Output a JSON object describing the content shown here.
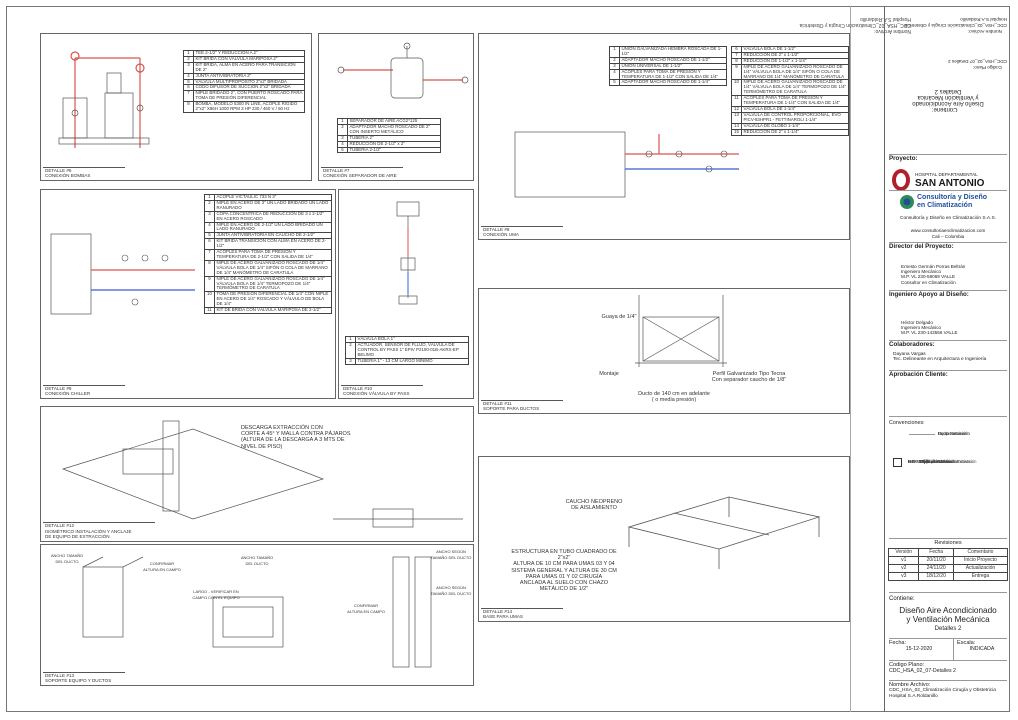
{
  "details": {
    "d6": {
      "caption": "DETALLE #6\nCONEXIÓN BOMBAS",
      "rows": [
        [
          "1",
          "TEE 2-1/2\" Y REDUCCIÓN A 2\""
        ],
        [
          "2",
          "KIT BRIDA CON VÁLVULA MARIPOSA 2\""
        ],
        [
          "3",
          "KIT BRIDA, ALMA EN ACERO PARA TRANSICIÓN DE 2\""
        ],
        [
          "4",
          "JUNTA ANTIVIBRATORIA 2\""
        ],
        [
          "5",
          "VÁLVULA MULTIPROPÓSITO 2\"x2\" BRIDADA"
        ],
        [
          "6",
          "CODO DIFUSOR DE SUCCIÓN 2\"x2\" BRIDADA"
        ],
        [
          "7",
          "NIPLE BRIDADO 2\", CON PUERTO ROSCADO PARA TOMA DE PRESIÓN DIFERENCIAL"
        ],
        [
          "8",
          "BOMBA, MODELO 5300 IN LINE, ACOPLE RIGIDO 2\"x2\" X86H 1000 RPM 3 HP 230 / 460 V / 60 Hz"
        ]
      ]
    },
    "d7": {
      "caption": "DETALLE #7\nCONEXIÓN SEPARADOR DE AIRE",
      "rows": [
        [
          "1",
          "SEPARADOR DE AIRE ACG2*125"
        ],
        [
          "2",
          "ADAPTADOR MACHO ROSCADO DE 2\" CON INSERTO METÁLICO"
        ],
        [
          "3",
          "TUBERÍA 2\""
        ],
        [
          "4",
          "REDUCCIÓN DE 2-1/2\" x 2\""
        ],
        [
          "5",
          "TUBERÍA 2-1/2\""
        ]
      ]
    },
    "d8": {
      "caption": "DETALLE #8\nCONEXIÓN UMA",
      "rows_a": [
        [
          "1",
          "UNIÓN GALVANIZADA HEMBRA ROSCADA DE 1-1/2\""
        ],
        [
          "2",
          "ADAPTADOR MACHO ROSCADO DE 1-1/2\""
        ],
        [
          "3",
          "UNIÓN UNIVERSAL DE 1-1/2\""
        ],
        [
          "4",
          "ACOPLES PARA TOMA DE PRESIÓN Y TEMPERATURA DE 1-1/2\" CON SALIDA DE 1/4\""
        ],
        [
          "5",
          "ADAPTADOR MACHO ROSCADO DE 1-1/4\""
        ]
      ],
      "rows_b": [
        [
          "6",
          "VÁLVULA BOLA DE 1-1/2\""
        ],
        [
          "7",
          "REDUCCIÓN DE 2\" x 1-1/2\""
        ],
        [
          "8",
          "REDUCCIÓN DE 1-1/2\" x 1-1/4\""
        ],
        [
          "9",
          "NIPLE DE ACERO GALVANIZADO ROSCADO DE 1/4\" VÁLVULA BOLA DE 1/4\" SIFÓN O COLA DE MARRANO DE 1/4\" MANÓMETRO DE CARATULA"
        ],
        [
          "10",
          "NIPLE DE ACERO GALVANIZADO ROSCADO DE 1/4\" VÁLVULA BOLA DE 1/4\" TERMOPOZO DE 1/4\" TERMÓMETRO DE CARATULA"
        ],
        [
          "11",
          "ACOPLES PARA TOMA DE PRESIÓN Y TEMPERATURA DE 1-1/4\" CON SALIDA DE 1/4\""
        ],
        [
          "12",
          "VÁLVULA BOLA DE 1-1/4\""
        ],
        [
          "13",
          "VÁLVULA DE CONTROL PROPORCIONAL, EVO PICV-83HPR1 - FETTINAROLI 1-1/4\""
        ],
        [
          "14",
          "VÁLVULA DE GLOBO 1-1/4\""
        ],
        [
          "15",
          "REDUCCIÓN DE 2\" x 1-1/4\""
        ]
      ]
    },
    "d9": {
      "caption": "DETALLE #9\nCONEXIÓN CHILLER",
      "rows": [
        [
          "1",
          "ACOPLE VICTAULIC 733 N 3\""
        ],
        [
          "2",
          "NIPLE EN ACERO DE 3\" UN LADO BRIDADO UN LADO RANURADO"
        ],
        [
          "3",
          "COPA CONCENTRICA DE REDUCCIÓN DE 3 x 2-1/2\" EN ACERO ROSCADO"
        ],
        [
          "4",
          "NIPLE EN ACERO DE 2-1/2\" UN LADO BRIDADO UN LADO RANURADO"
        ],
        [
          "5",
          "JUNTA ANTIVIBRATORIA EN CAUCHO DE 2-1/2\""
        ],
        [
          "6",
          "KIT BRIDA TRANSICIÓN CON ALMA EN ACERO DE 2-1/2\""
        ],
        [
          "7",
          "ACOPLES PARA TOMA DE PRESIÓN Y TEMPERATURA DE 2-1/2\" CON SALIDA DE 1/4\""
        ],
        [
          "8",
          "NIPLE DE ACERO GALVANIZADO ROSCADO DE 1/4\" VÁLVULA BOLA DE 1/4\" SIFÓN O COLA DE MARRANO DE 1/4\" MANÓMETRO DE CARATULA"
        ],
        [
          "9",
          "NIPLE DE ACERO GALVANIZADO ROSCADO DE 1/4\" VÁLVULA BOLA DE 1/4\" TERMOPOZO DE 1/4\" TERMÓMETRO DE CARATULA"
        ],
        [
          "10",
          "TOMA DE PRESIÓN DIFERENCIAL DE 1/4\" CON NIPLE EN ACERO DE 1/4\" ROSCADO Y VÁLVULO DE BOLA DE 1/4\""
        ],
        [
          "11",
          "KIT DE BRIDA CON VÁLVULA MARIPOSA DE 2-1/2\""
        ]
      ]
    },
    "d10": {
      "caption": "DETALLE #10\nCONEXIÓN VÁLVULA BY PASS",
      "rows": [
        [
          "1",
          "VÁLVULA BOLA 1\""
        ],
        [
          "2",
          "ACTUADOR, SENSOR DE FLUJO, VÁLVULA DE CONTROL BY PASS 1\" EPIV P2100-01B-AKRX-EP BELIMO"
        ],
        [
          "3",
          "TUBERÍA 1\" - 13 CM LARGO MÍNIMO"
        ]
      ]
    },
    "d11": {
      "caption": "DETALLE #11\nSOPORTE PARA DUCTOS",
      "guaya": "Guaya de 1/4\"",
      "montaje": "Montaje",
      "perfil": "Perfil Galvanizado Tipo Tecna\nCon separador caucho de 1/8\"",
      "ducto": "Ducto de 140 cm en adelante\n( o media presión)"
    },
    "d12": {
      "caption": "DETALLE #12\nISOMÉTRICO INSTALACIÓN Y ANCLAJE\nDE EQUIPO DE EXTRACCIÓN",
      "note": "DESCARGA EXTRACCIÓN CON\nCORTE A 45° Y MALLA CONTRA PÁJAROS\n(ALTURA DE LA DESCARGA A 3 MTS DE\nNIVEL DE PISO)"
    },
    "d13": {
      "caption": "DETALLE #13\nSOPORTE EQUIPO Y DUCTOS",
      "n1": "ANCHO TAMAÑO\nDEL DUCTO",
      "n2": "CONFIRMAR\nALTURA EN CAMPO",
      "n3": "ANCHO TAMAÑO\nDEL DUCTO",
      "n4": "LARGO - VERIFICAR EN\nCAMPO CON EL EQUIPO",
      "n5": "CONFIRMAR\nALTURA EN CAMPO",
      "n6": "ANCHO SEGÚN\nTAMAÑO DEL DUCTO",
      "n7": "ANCHO SEGÚN\nTAMAÑO DEL DUCTO"
    },
    "d14": {
      "caption": "DETALLE #14\nBASE PARA UMAS",
      "n1": "CAUCHO NEOPRENO\nDE AISLAMIENTO",
      "n2": "ESTRUCTURA EN TUBO CUADRADO DE\n2\"x2\"\nALTURA DE 10 CM PARA UMAS 03 Y 04\nSISTEMA GENERAL Y ALTURA DE 30 CM\nPARA UMAS 01 Y 02 CIRUGÍA\nANCLADA AL SUELO CON CHAZO\nMETÁLICO DE 1/2\""
    }
  },
  "title_block": {
    "contiene_label": "Contiene:",
    "contiene_value": "Diseño Aire Acondicionado\ny Ventilación Mecánica\nDetalles 2",
    "proyecto_label": "Proyecto:",
    "hospital_small": "HOSPITAL DEPARTAMENTAL",
    "hospital_big": "SAN ANTONIO",
    "company_name": "Consultoría y Diseño\nen Climatización",
    "company_full": "Consultoría y Diseño en Climatización S.A.S.",
    "company_web": "www.consultoriaenclimatizacion.com\nCali – Colombia",
    "director_label": "Director del Proyecto:",
    "director": "Ernesto Germán Porras Beltrán\nIngeniero Mecánico\nM.P. VL 230-58069 VALLE\nConsultor en Climatización",
    "apoyo_label": "Ingeniero Apoyo al Diseño:",
    "apoyo": "Héctor Delgado\nIngeniero Mecánico\nM.P. VL 230-143556 VALLE",
    "colab_label": "Colaboradores:",
    "colab": "Dayana Vargas\nTec. Delineante en Arquitectura e Ingeniería",
    "aprob_label": "Aprobación Cliente:",
    "conv_label": "Convenciones:",
    "conv_lines": [
      "Ducto Suministro",
      "Ducto Retorno",
      "Ducto Extracción",
      "Equipo"
    ],
    "conv_items": [
      "R-R : Rejilla de Retorno",
      "R-E : Rejilla de Extracción",
      "D4V - Difusor de 4 Vías",
      "D3V - Difusor de 3 Vías",
      "R-L-EXT: Rejilla Lineal de Extracción",
      "R-L-S: Rejilla Lineal de Suministro"
    ],
    "rev_label": "Revisiones",
    "rev_headers": [
      "Versión",
      "Fecha",
      "Comentario"
    ],
    "revisions": [
      [
        "v1",
        "20/11/20",
        "Inicio Proyecto"
      ],
      [
        "v2",
        "24/11/20",
        "Actualización"
      ],
      [
        "v3",
        "18/12/20",
        "Entrega"
      ]
    ],
    "contiene2_label": "Contiene:",
    "contiene2_value": "Diseño Aire Acondicionado\ny Ventilación Mecánica",
    "contiene2_sub": "Detalles 2",
    "fecha_label": "Fecha:",
    "fecha": "15-12-2020",
    "escala_label": "Escala:",
    "escala": "INDICADA",
    "codigo_label": "Codigo Plano:",
    "codigo": "CDC_HSA_02_07-Detalles 2",
    "archivo_label": "Nombre Archivo:",
    "archivo": "CDC_HSA_02_Climatización Cirugía y Obstetricia\nHospital S.A.Roldanillo"
  },
  "side_strip": {
    "a": "Nombre Archivo:\nCDC_HSA_02_Climatización Cirugía y Obstetricia\nHospital S.A.Roldanillo",
    "b": "Codigo Plano:\nCDC_HSA_02_07 Detalles 2",
    "c": "Contiene:\nDiseño Aire Acondicionado\ny Ventilación Mecánica\nDetalles 2"
  },
  "colors": {
    "pipe_red": "#d9534f",
    "pipe_blue": "#3b5bdb",
    "brand_green": "#2e8b57",
    "brand_blue": "#1f4e9c",
    "hospital_red": "#b0202a"
  }
}
